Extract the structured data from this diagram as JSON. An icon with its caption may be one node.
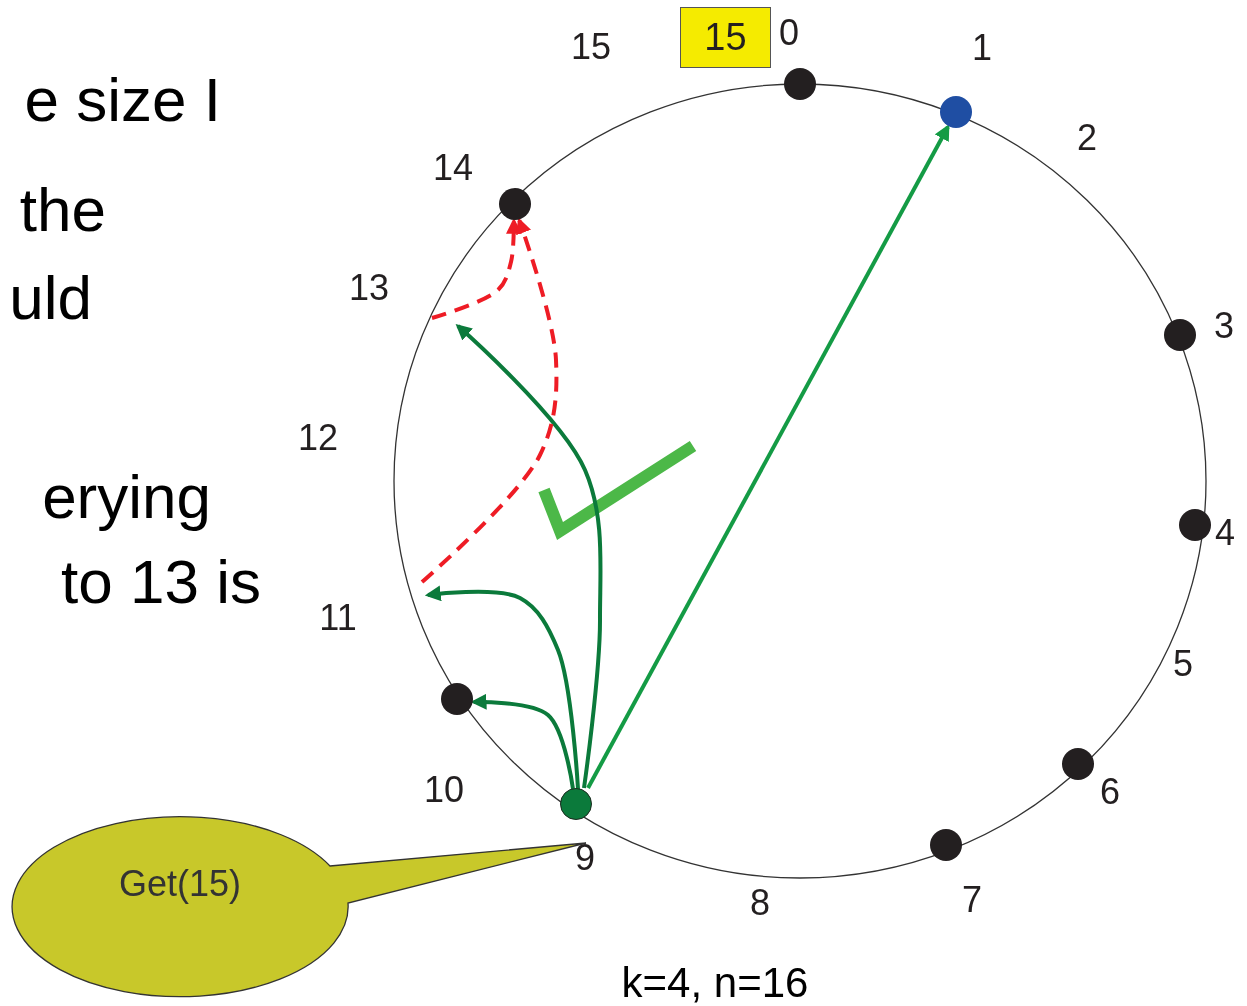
{
  "diagram": {
    "caption": "k=4, n=16",
    "nodes": [
      {
        "text": [
          "15"
        ]
      },
      {
        "text": [],
        "shape": "circle"
      },
      {
        "text": [],
        "shape": "circle"
      },
      {
        "text": [],
        "shape": "circle"
      },
      {
        "text": [],
        "shape": "circle"
      },
      {
        "text": [],
        "shape": "circle"
      },
      {
        "text": [],
        "shape": "circle"
      },
      {
        "text": [],
        "shape": "circle"
      },
      {
        "text": [],
        "shape": "circle"
      },
      {
        "text": [],
        "shape": "circle"
      },
      {
        "text": [
          "Get(15)"
        ]
      }
    ],
    "edges": [
      {
        "from": 8,
        "to": 2,
        "arrow": "to",
        "color": "#149b45"
      },
      {
        "from": 8,
        "to": null,
        "arrow": "to"
      },
      {
        "from": 8,
        "to": null,
        "arrow": "to"
      },
      {
        "from": 8,
        "to": 6,
        "arrow": "to"
      },
      {
        "from": null,
        "to": 3,
        "arrow": "to",
        "style": "dashed",
        "color": "#ee1c25"
      },
      {
        "from": null,
        "to": 3,
        "arrow": "to",
        "style": "dashed",
        "color": "#ee1c25"
      }
    ],
    "labels": [
      "0",
      "15",
      "1",
      "e size I",
      "2",
      "14",
      "the",
      "13",
      "uld",
      "3",
      "12",
      "erying",
      "4",
      "to 13 is",
      "11",
      "5",
      "10",
      "6",
      "9",
      "7",
      "8"
    ]
  }
}
